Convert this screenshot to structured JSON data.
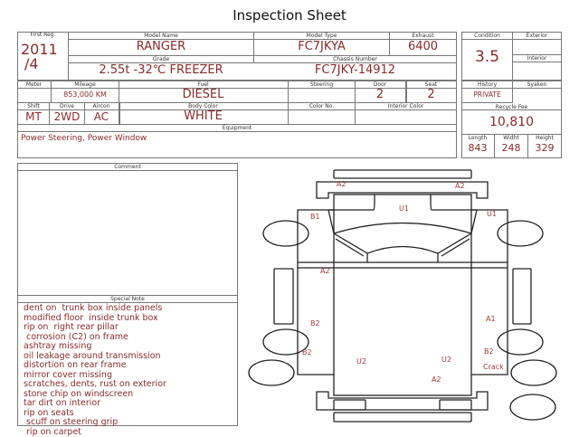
{
  "title": "Inspection Sheet",
  "labels": {
    "first_reg": "First Reg.",
    "model_name": "Model Name",
    "model_type": "Model Type",
    "exhaust": "Exhaust",
    "grade": "Grade",
    "chassis": "Chassis Number",
    "condition": "Condition",
    "exterior": "Exterior",
    "interior": "Interior",
    "meter": "Meter",
    "mileage": "Mileage",
    "fuel": "Fuel",
    "steering": "Steering",
    "door": "Door",
    "seat": "Seat",
    "shift": "Shift",
    "drive": "Drive",
    "aircon": "Aircon",
    "body_color": "Body Color",
    "color_no": "Color No.",
    "interior_color": "Interior Color",
    "equipment": "Equipment",
    "history": "History",
    "syaken": "Syaken",
    "recycle_fee": "Recycle Fee",
    "length": "Length",
    "width": "Widht",
    "height": "Height",
    "comment": "Comment",
    "special_note": "Special Note"
  },
  "values": {
    "first_reg_year": "2011",
    "first_reg_month": "/4",
    "model_name": "RANGER",
    "model_type": "FC7JKYA",
    "exhaust": "6400",
    "grade": "2.55t -32℃ FREEZER",
    "chassis": "FC7JKY-14912",
    "condition": "3.5",
    "mileage": "853,000 KM",
    "fuel": "DIESEL",
    "door": "2",
    "seat": "2",
    "shift": "MT",
    "drive": "2WD",
    "aircon": "AC",
    "body_color": "WHITE",
    "equipment": "Power Steering, Power Window",
    "history": "PRIVATE",
    "recycle_fee": "10,810",
    "length": "843",
    "width": "248",
    "height": "329"
  },
  "special_notes": [
    "dent on  trunk box inside panels",
    "modified floor  inside trunk box",
    "rip on  right rear pillar",
    " corrosion (C2) on frame",
    "ashtray missing",
    "oil leakage around transmission",
    "distortion on rear frame",
    "mirror cover missing",
    "scratches, dents, rust on exterior",
    "stone chip on windscreen",
    "tar dirt on interior",
    "rip on seats",
    " scuff on steering grip",
    " rip on carpet"
  ],
  "damage_marks": [
    "A2",
    "A2",
    "U1",
    "B1",
    "U1",
    "A2",
    "B2",
    "A1",
    "B2",
    "B2",
    "U2",
    "U2",
    "Crack",
    "A2"
  ]
}
